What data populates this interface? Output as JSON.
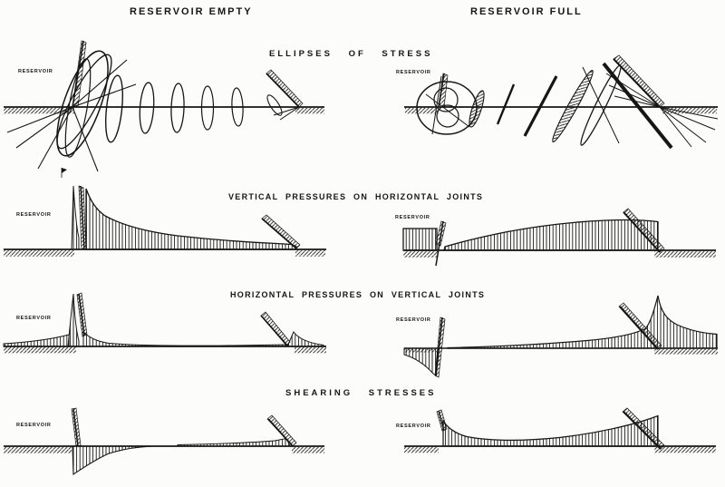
{
  "figure": {
    "type": "engineering-diagram",
    "subject": "Stress distribution diagrams in a gravity dam and foundation",
    "ink_color": "#161616",
    "background_color": "#fcfcfa",
    "columns": [
      {
        "title": "RESERVOIR EMPTY"
      },
      {
        "title": "RESERVOIR FULL"
      }
    ],
    "sections": [
      {
        "title": "ELLIPSES OF STRESS"
      },
      {
        "title": "VERTICAL PRESSURES ON HORIZONTAL JOINTS"
      },
      {
        "title": "HORIZONTAL PRESSURES ON VERTICAL JOINTS"
      },
      {
        "title": "SHEARING STRESSES"
      }
    ],
    "reservoir_label": "RESERVOIR"
  }
}
